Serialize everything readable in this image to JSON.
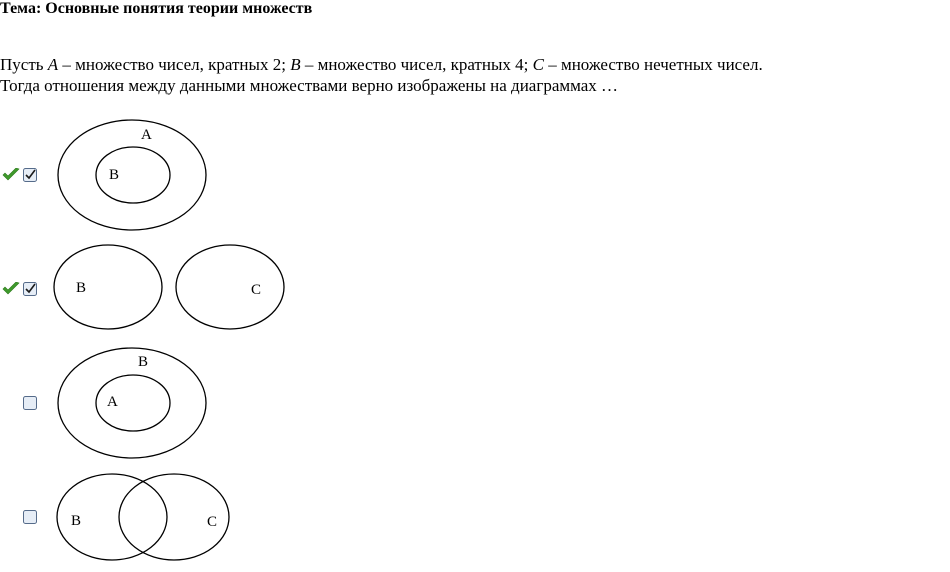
{
  "topic": "Тема: Основные понятия теории множеств",
  "question": {
    "p1": "Пусть ",
    "setA": "A",
    "p2": " – множество чисел, кратных 2; ",
    "setB": "B",
    "p3": " – множество чисел, кратных 4; ",
    "setC": "C",
    "p4": " – множество нечетных чисел. Тогда отношения между данными множествами верно изображены на диаграммах …"
  },
  "options": [
    {
      "checked": true,
      "correct_mark": true,
      "outer_label": "A",
      "inner_label": "B"
    },
    {
      "checked": true,
      "correct_mark": true,
      "left_label": "B",
      "right_label": "C"
    },
    {
      "checked": false,
      "correct_mark": false,
      "outer_label": "B",
      "inner_label": "A"
    },
    {
      "checked": false,
      "correct_mark": false,
      "left_label": "B",
      "right_label": "C"
    }
  ],
  "colors": {
    "check_green": "#3f9a2c",
    "checkbox_border": "#556b8a",
    "checkbox_fill": "#e6edf6"
  }
}
